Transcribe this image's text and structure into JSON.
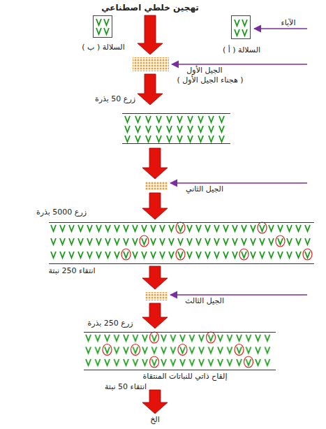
{
  "diagram": {
    "title": "تهجين خلطي اصطناعي",
    "nodes": [
      {
        "text": [
          "السلالة ( ب )"
        ]
      },
      {
        "text": [
          "السلالة ( أ )"
        ]
      },
      {
        "text": [
          "زرع 50 بذرة"
        ]
      },
      {
        "text": [
          "زرع 5000 بذرة",
          "انتقاء 250 نبتة"
        ]
      },
      {
        "text": [
          "زرع 250 بذرة",
          "إلقاح ذاتي للنباتات المنتقاة",
          "انتقاء 50 نبتة"
        ]
      }
    ],
    "labels": [
      "الآباء",
      "الجيل الأول",
      "( هجناء الجيل الأول )",
      "الجيل الثاني",
      "الجيل الثالث",
      "الخ"
    ]
  }
}
